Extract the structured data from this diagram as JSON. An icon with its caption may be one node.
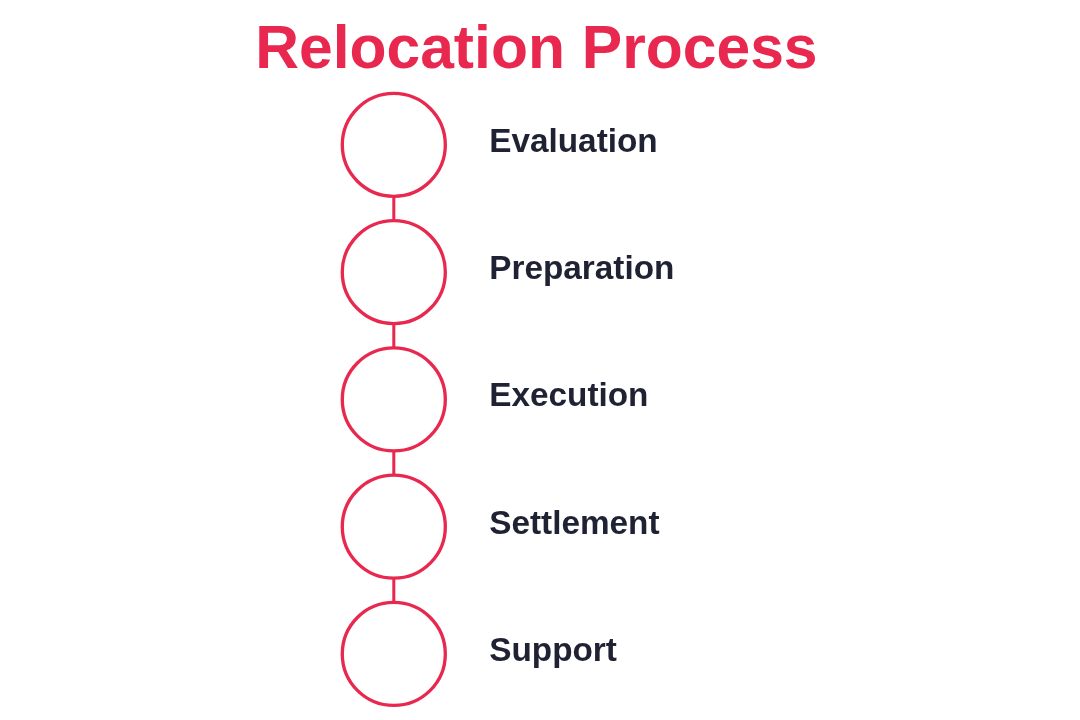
{
  "diagram": {
    "title": "Relocation Process",
    "nodes": [
      {
        "text": [],
        "shape": "circle",
        "beside": [
          "Evaluation"
        ]
      },
      {
        "text": [],
        "shape": "circle",
        "beside": [
          "Preparation"
        ]
      },
      {
        "text": [],
        "shape": "circle",
        "beside": [
          "Execution"
        ]
      },
      {
        "text": [],
        "shape": "circle",
        "beside": [
          "Settlement"
        ]
      },
      {
        "text": [],
        "shape": "circle",
        "beside": [
          "Support"
        ]
      }
    ],
    "edges": [
      {
        "from": 0,
        "to": 1,
        "arrow": "none"
      },
      {
        "from": 1,
        "to": 2,
        "arrow": "none"
      },
      {
        "from": 2,
        "to": 3,
        "arrow": "none"
      },
      {
        "from": 3,
        "to": 4,
        "arrow": "none"
      }
    ]
  }
}
